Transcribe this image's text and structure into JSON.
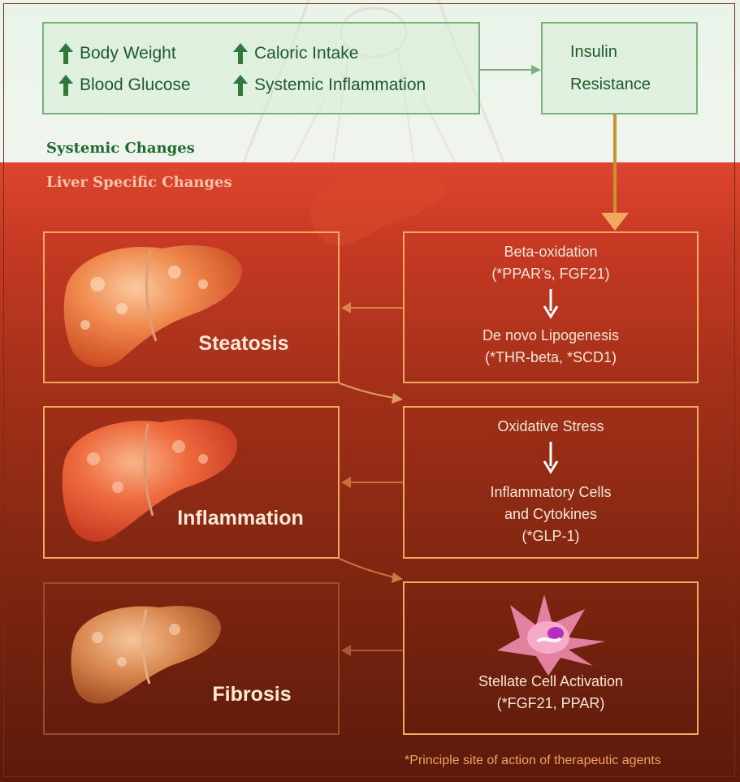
{
  "systemic": {
    "title": "Systemic Changes",
    "factors": [
      "Body Weight",
      "Caloric Intake",
      "Blood Glucose",
      "Systemic Inflammation"
    ],
    "insulin_line1": "Insulin",
    "insulin_line2": "Resistance"
  },
  "liver": {
    "title": "Liver Specific Changes",
    "stages": [
      "Steatosis",
      "Inflammation",
      "Fibrosis"
    ]
  },
  "mechanisms": {
    "box1": {
      "line1": "Beta-oxidation",
      "line2": "(*PPAR’s, FGF21)",
      "line3": "De novo Lipogenesis",
      "line4": "(*THR-beta, *SCD1)"
    },
    "box2": {
      "line1": "Oxidative Stress",
      "line2": "Inflammatory Cells",
      "line3": "and Cytokines",
      "line4": "(*GLP-1)"
    },
    "box3": {
      "line1": "Stellate Cell Activation",
      "line2": "(*FGF21, PPAR)"
    }
  },
  "footnote": "*Principle site of action of therapeutic agents",
  "colors": {
    "systemic_bg": "#e9f3e8",
    "green_accent": "#1f5a2a",
    "liver_bg": "#a53019",
    "orange_accent": "#f0a95e"
  },
  "icons": [
    "up-arrow-icon",
    "down-arrow-icon",
    "liver-icon",
    "stellate-cell-icon"
  ]
}
